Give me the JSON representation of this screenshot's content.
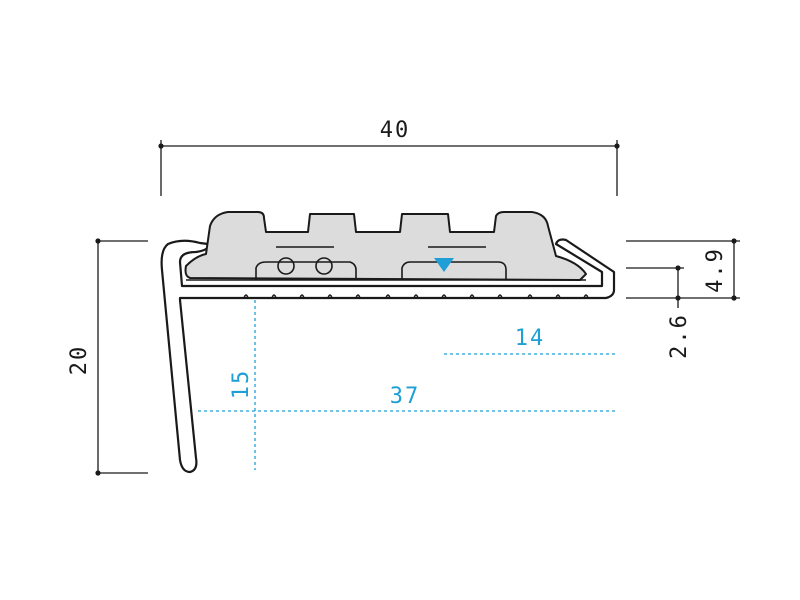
{
  "dimensions": {
    "overall_width": "40",
    "overall_height": "20",
    "top_thickness": "4.9",
    "edge_thickness": "2.6",
    "insert_width": "14",
    "tread_depth": "37",
    "nosing_offset": "15"
  },
  "colors": {
    "drawing": "#1a1a1a",
    "insert_fill": "#dcdcdc",
    "highlight": "#1f9fd6"
  },
  "icons": {
    "marker": "triangle-down-icon"
  }
}
